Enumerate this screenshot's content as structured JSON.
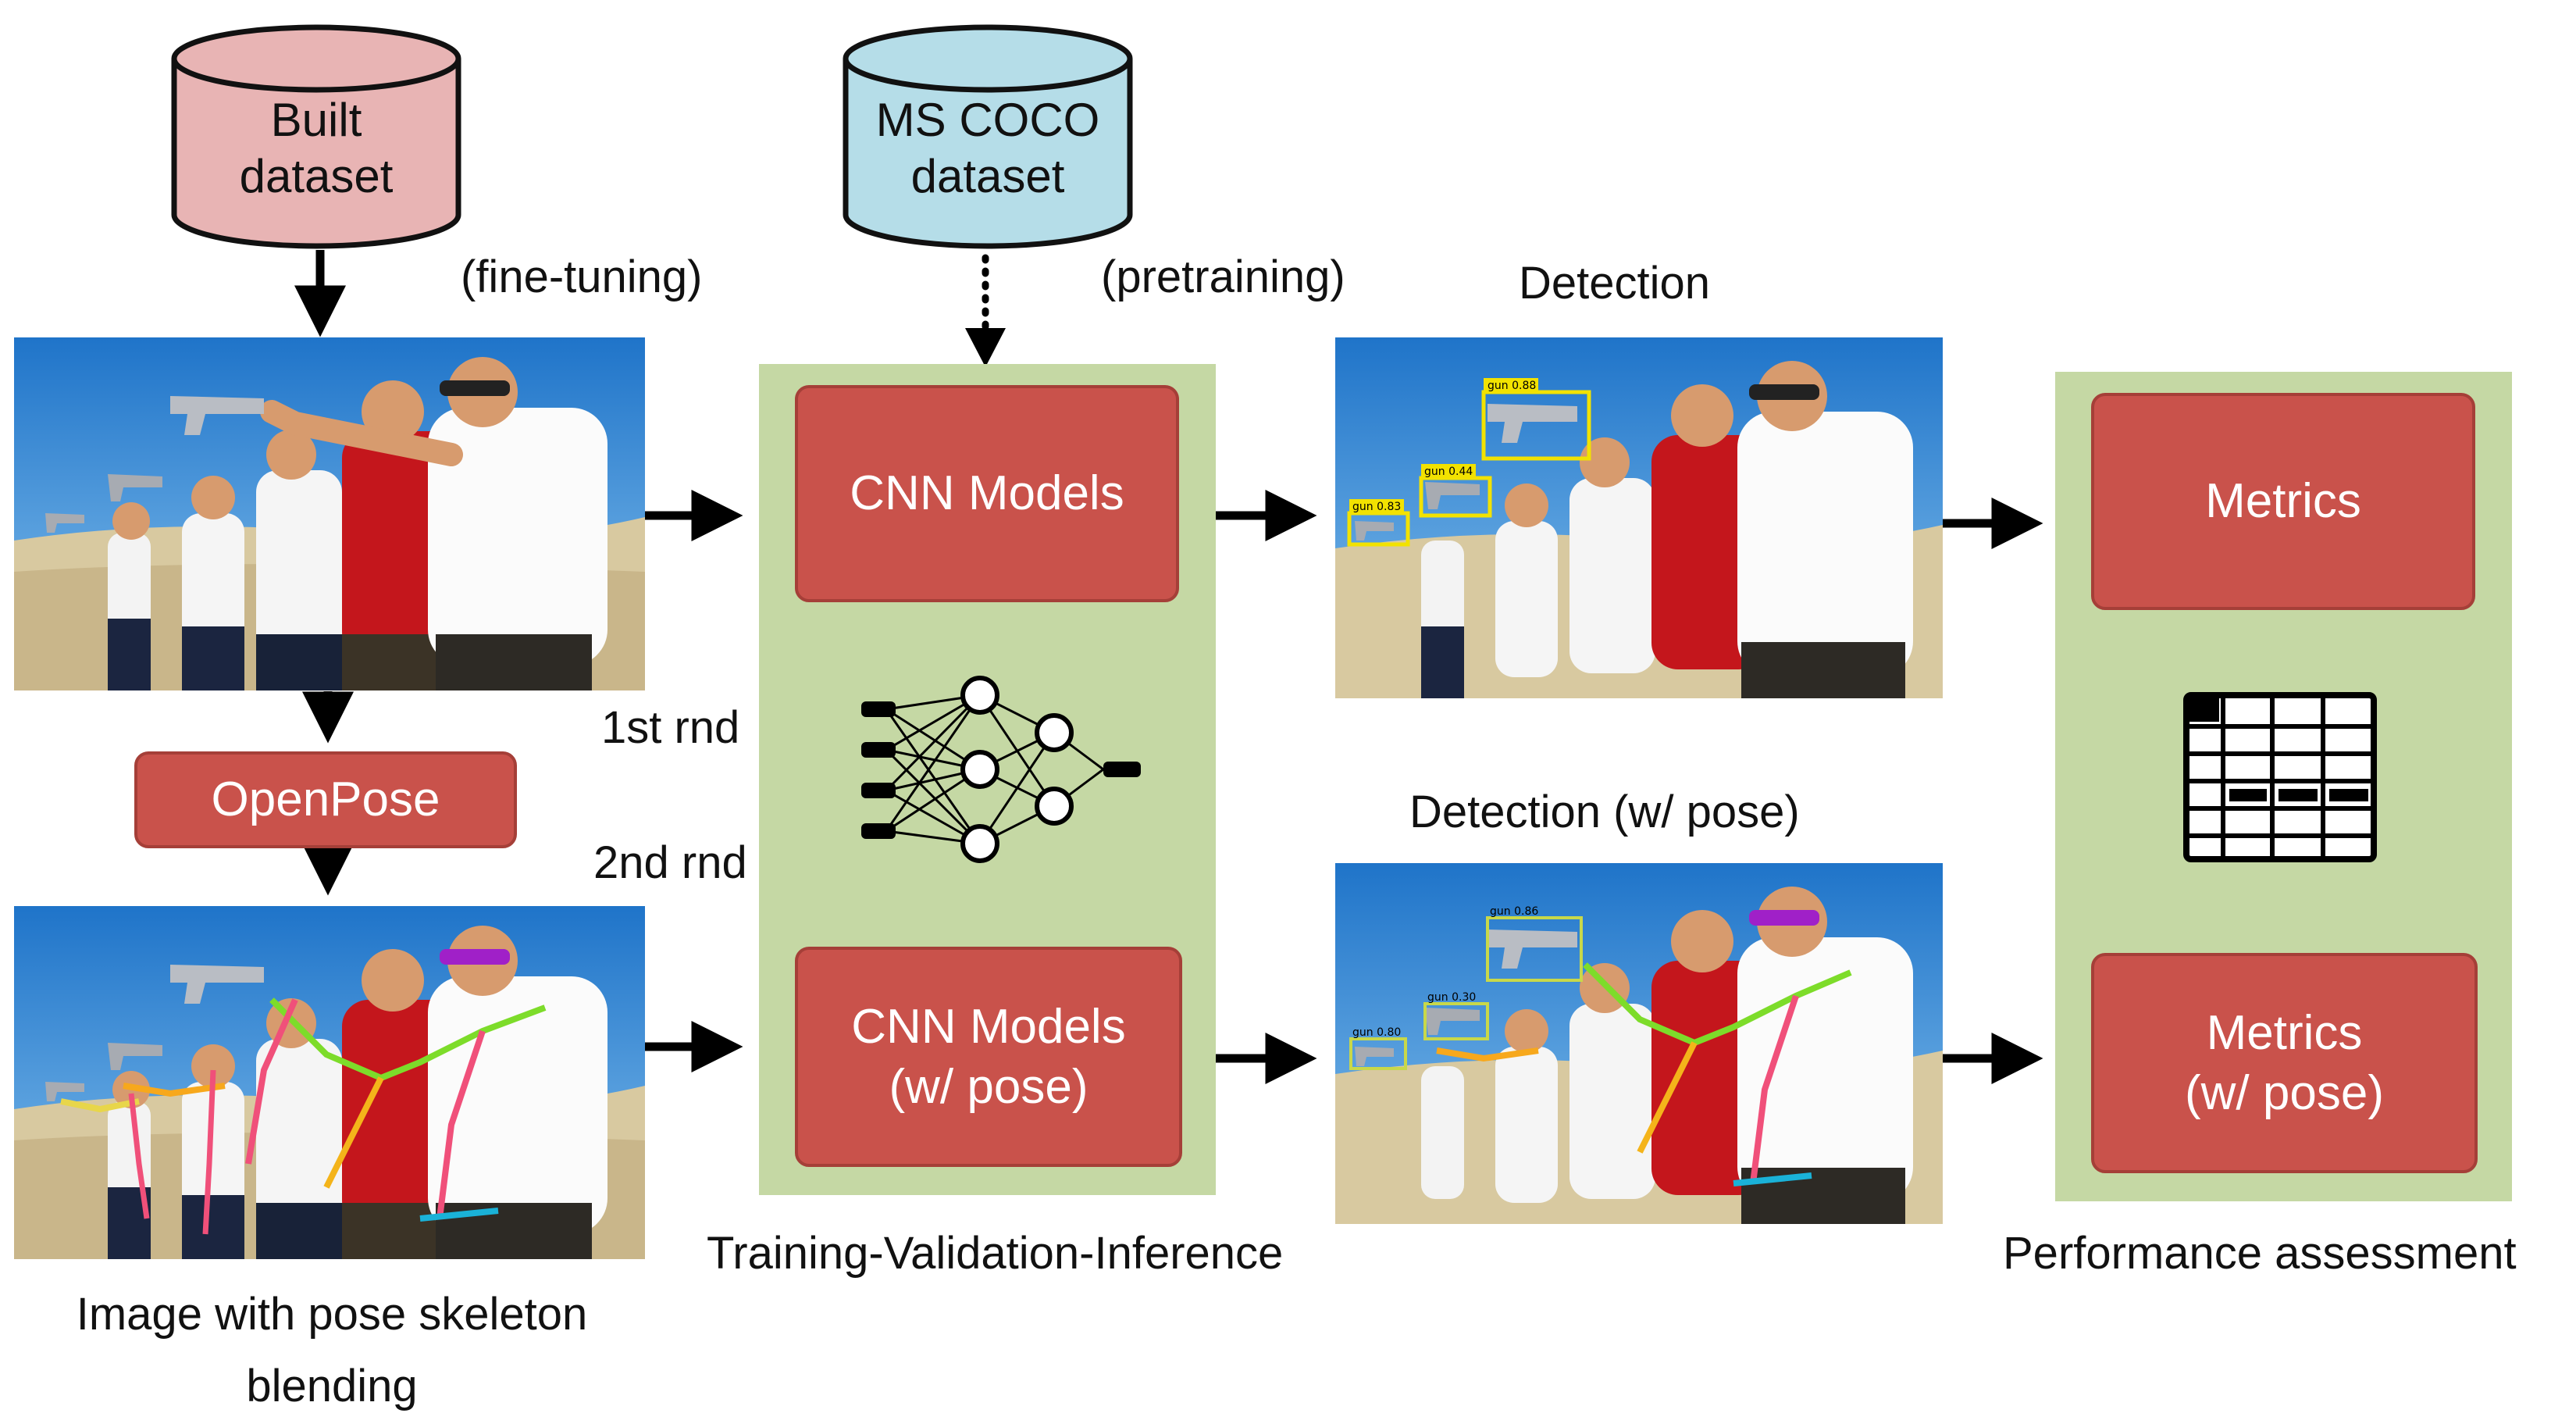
{
  "datasets": {
    "built": {
      "line1": "Built",
      "line2": "dataset",
      "fill": "#e8b4b4"
    },
    "coco": {
      "line1": "MS COCO",
      "line2": "dataset",
      "fill": "#b5dde8"
    }
  },
  "labels": {
    "fine_tuning": "(fine-tuning)",
    "pretraining": "(pretraining)",
    "detection": "Detection",
    "detection_pose": "Detection (w/ pose)",
    "first_round": "1st rnd",
    "second_round": "2nd rnd",
    "training_caption": "Training-Validation-Inference",
    "performance_caption": "Performance assessment",
    "skeleton_caption_line1": "Image with pose skeleton",
    "skeleton_caption_line2": "blending"
  },
  "boxes": {
    "openpose": "OpenPose",
    "cnn_models": "CNN Models",
    "cnn_models_pose_line1": "CNN Models",
    "cnn_models_pose_line2": "(w/ pose)",
    "metrics": "Metrics",
    "metrics_pose_line1": "Metrics",
    "metrics_pose_line2": "(w/ pose)"
  },
  "detections": {
    "boxes": [
      {
        "label": "gun 0.88"
      },
      {
        "label": "gun 0.44"
      },
      {
        "label": "gun 0.83"
      }
    ],
    "pose_boxes": [
      {
        "label": "gun 0.86"
      },
      {
        "label": "gun 0.30"
      },
      {
        "label": "gun 0.80"
      }
    ]
  },
  "colors": {
    "box_red": "#c9524b",
    "panel_green": "#c5d8a4",
    "sky": "#2f86d3",
    "sand": "#d8c9a0",
    "detection_box": "#f2e200"
  },
  "icons": [
    "neural-network-icon",
    "table-icon",
    "photo-shooting-range"
  ]
}
